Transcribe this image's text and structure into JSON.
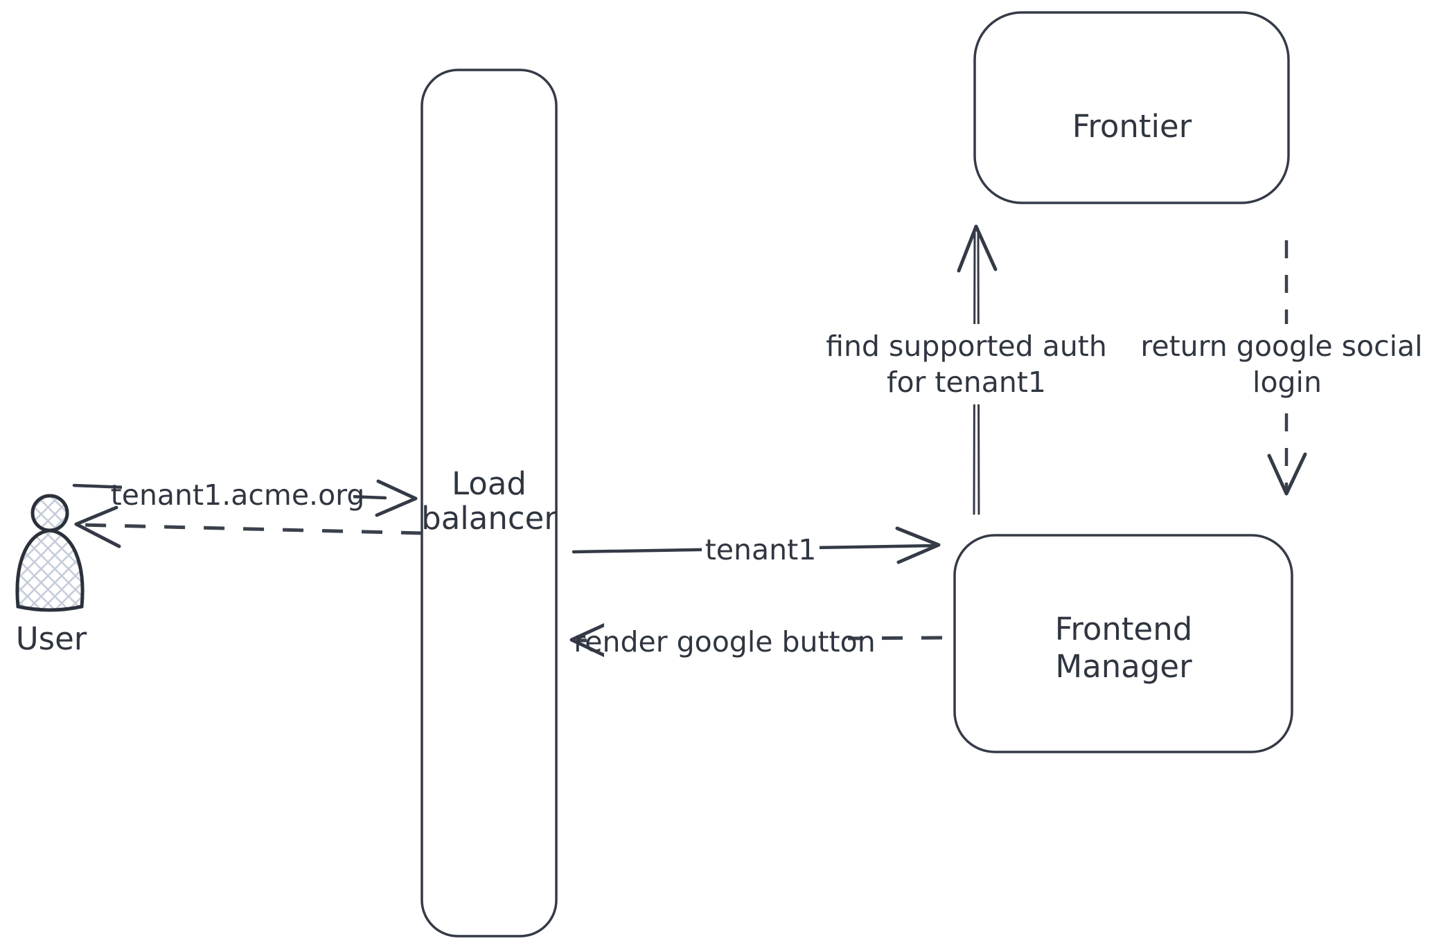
{
  "colors": {
    "stroke": "#343a46",
    "text": "#2f3640",
    "hatch_fill": "#c5ccd8",
    "background": "#ffffff"
  },
  "nodes": {
    "user": {
      "label": "User"
    },
    "load_balancer": {
      "lines": [
        "Load",
        "balancer"
      ]
    },
    "frontier": {
      "label": "Frontier"
    },
    "frontend_manager": {
      "lines": [
        "Frontend",
        "Manager"
      ]
    }
  },
  "edges": {
    "request_domain": {
      "label": "tenant1.acme.org",
      "style": "solid",
      "from": "user",
      "to": "load_balancer"
    },
    "response_to_user": {
      "label": "",
      "style": "dashed",
      "from": "load_balancer",
      "to": "user"
    },
    "forward_tenant": {
      "label": "tenant1",
      "style": "solid",
      "from": "load_balancer",
      "to": "frontend_manager"
    },
    "render_button": {
      "label": "render google button",
      "style": "dashed",
      "from": "frontend_manager",
      "to": "load_balancer"
    },
    "find_auth": {
      "lines": [
        "find supported auth",
        "for tenant1"
      ],
      "style": "solid",
      "from": "frontend_manager",
      "to": "frontier"
    },
    "return_social": {
      "lines": [
        "return google social",
        "login"
      ],
      "style": "dashed",
      "from": "frontier",
      "to": "frontend_manager"
    }
  }
}
